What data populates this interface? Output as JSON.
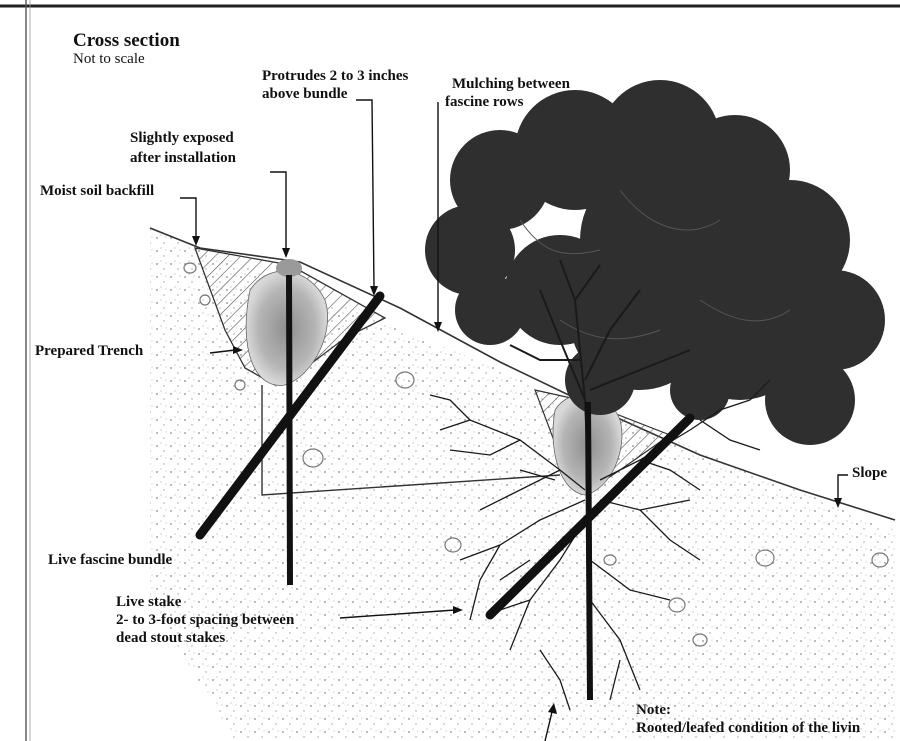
{
  "title": "Cross section",
  "subtitle": "Not to scale",
  "labels": {
    "protrudes_line1": "Protrudes 2 to 3 inches",
    "protrudes_line2": "above bundle",
    "mulching_line1": "Mulching between",
    "mulching_line2": "fascine rows",
    "slightly_line1": "Slightly exposed",
    "slightly_line2": "after installation",
    "moist_soil": "Moist soil backfill",
    "prepared_trench": "Prepared Trench",
    "slope": "Slope",
    "live_fascine": "Live fascine bundle",
    "live_stake_line1": "Live stake",
    "live_stake_line2": "2- to 3-foot spacing between",
    "live_stake_line3": "dead stout stakes",
    "note_line1": "Note:",
    "note_line2": "Rooted/leafed condition of the livin"
  },
  "colors": {
    "ink": "#111111",
    "soil_dots": "#9a9a9a",
    "tree": "#2e2e2e",
    "trench_hatch": "#555555"
  }
}
